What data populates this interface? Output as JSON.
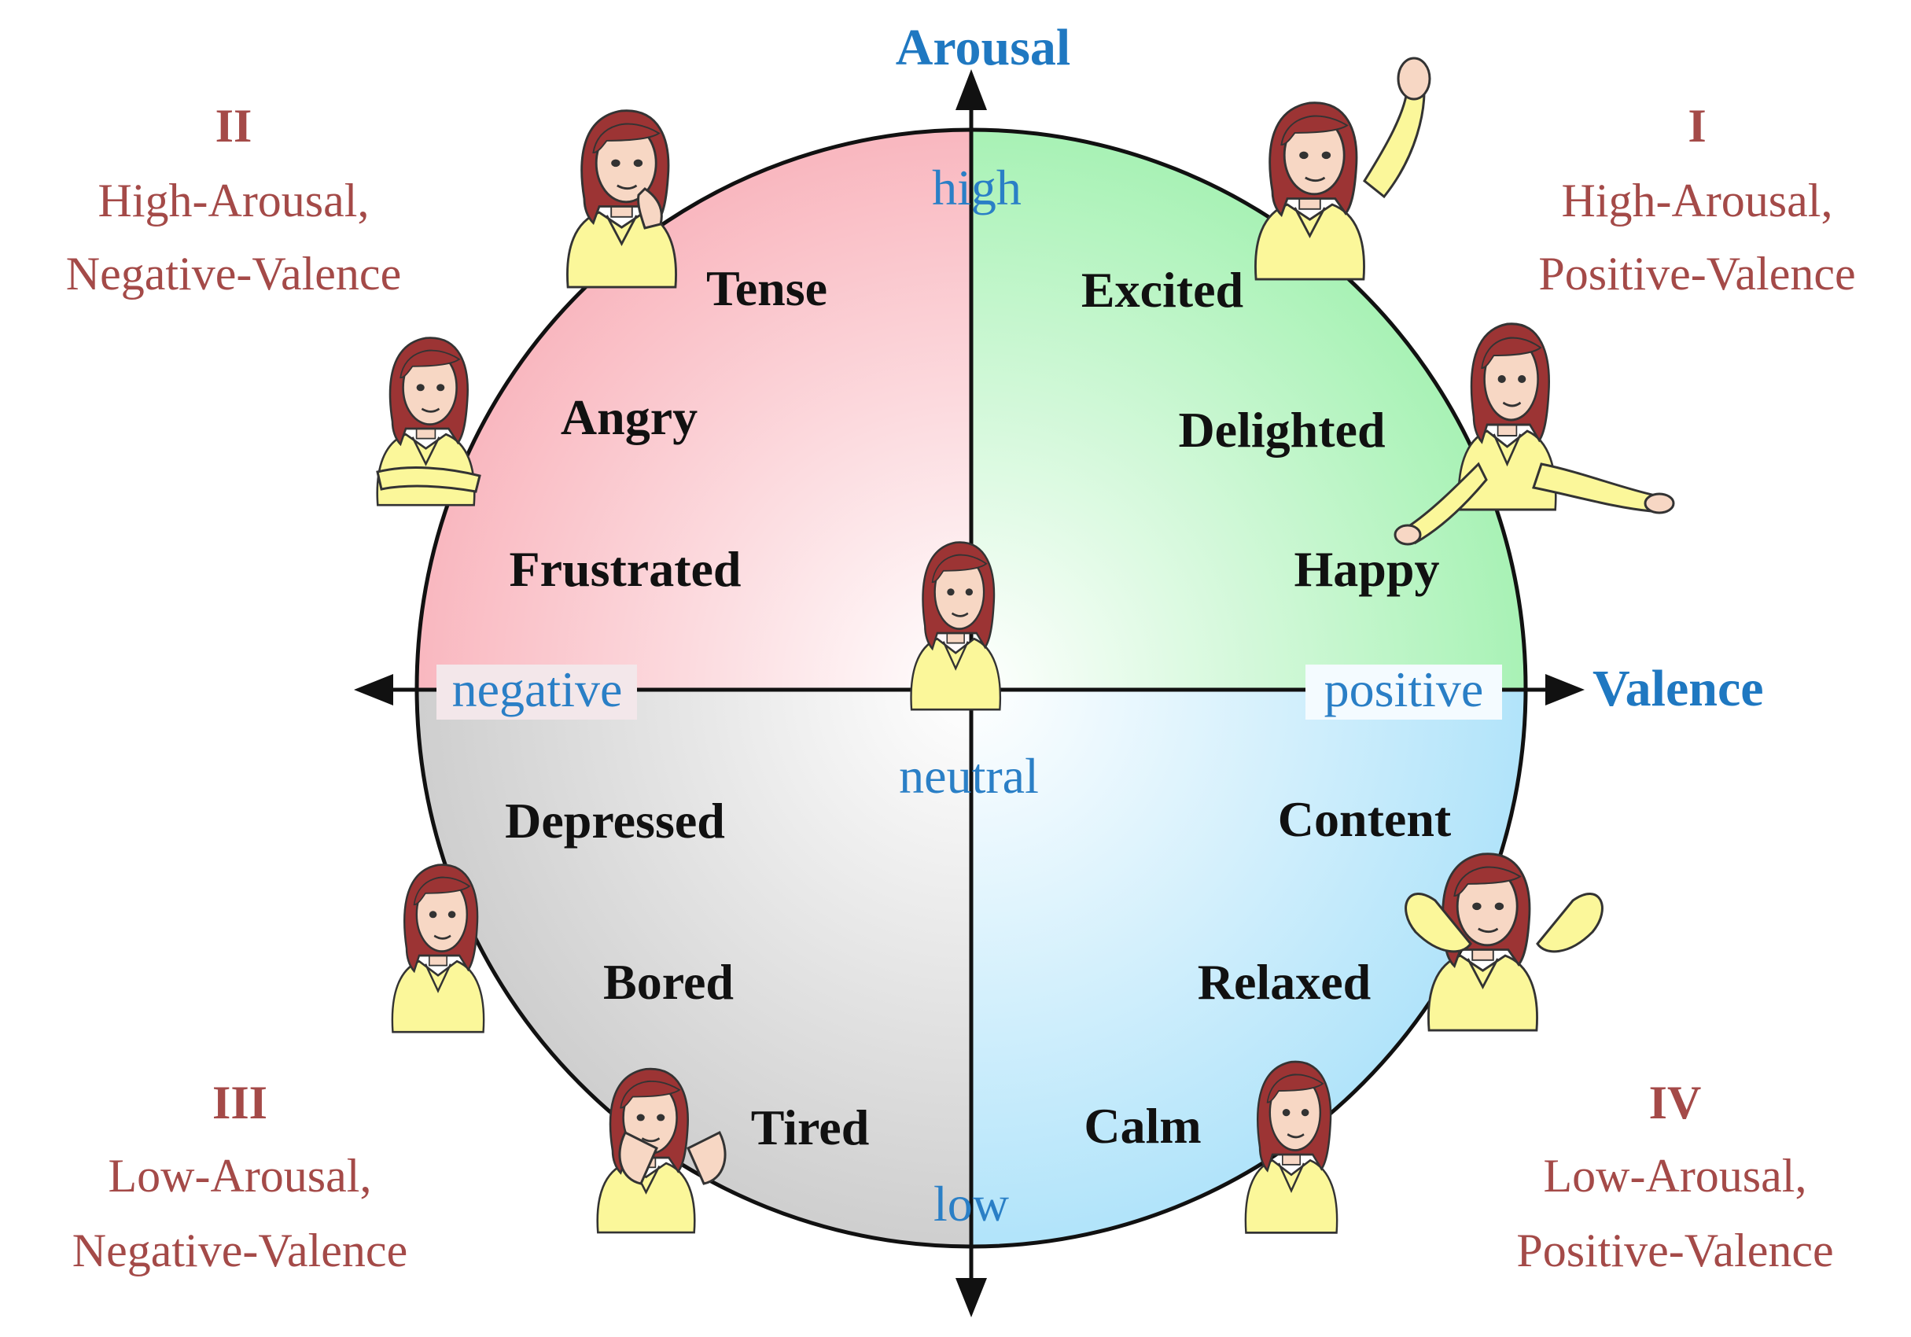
{
  "axes": {
    "vertical_title": "Arousal",
    "horizontal_title": "Valence",
    "high": "high",
    "low": "low",
    "negative": "negative",
    "positive": "positive",
    "center": "neutral"
  },
  "quadrants": {
    "q1": {
      "numeral": "I",
      "line1": "High-Arousal,",
      "line2": "Positive-Valence",
      "color": "#c9f5d0"
    },
    "q2": {
      "numeral": "II",
      "line1": "High-Arousal,",
      "line2": "Negative-Valence",
      "color": "#fbcdd3"
    },
    "q3": {
      "numeral": "III",
      "line1": "Low-Arousal,",
      "line2": "Negative-Valence",
      "color": "#dcdcdc"
    },
    "q4": {
      "numeral": "IV",
      "line1": "Low-Arousal,",
      "line2": "Positive-Valence",
      "color": "#c9ebfb"
    }
  },
  "emotions": {
    "tense": "Tense",
    "angry": "Angry",
    "frustrated": "Frustrated",
    "excited": "Excited",
    "delighted": "Delighted",
    "happy": "Happy",
    "depressed": "Depressed",
    "bored": "Bored",
    "tired": "Tired",
    "content": "Content",
    "relaxed": "Relaxed",
    "calm": "Calm"
  },
  "colors": {
    "axis_label": "#2a7fc6",
    "quadrant_label": "#a44a48",
    "figure_shirt": "#fbf79a",
    "figure_hair": "#9c3434",
    "figure_skin": "#f7d7c4"
  },
  "icons": {
    "figure": "woman-figure-icon"
  }
}
